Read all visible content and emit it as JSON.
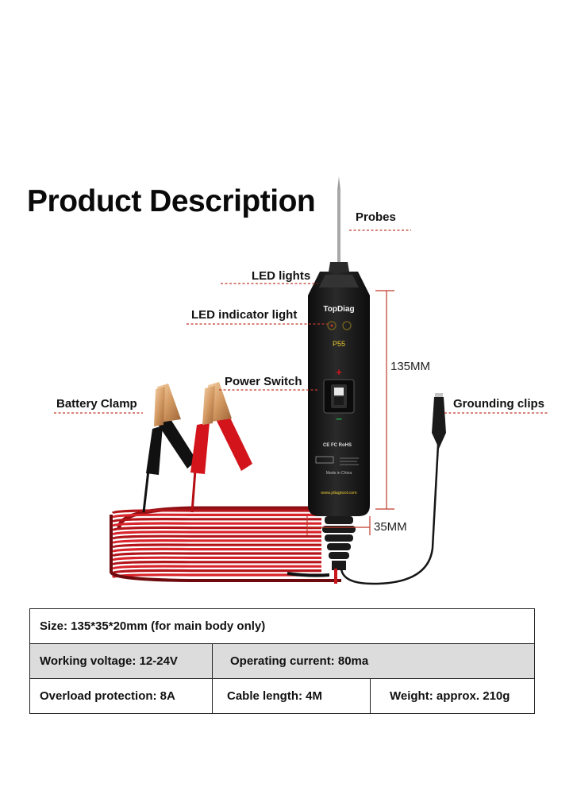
{
  "title": "Product Description",
  "callouts": {
    "probes": "Probes",
    "led_lights": "LED lights",
    "led_indicator": "LED indicator light",
    "power_switch": "Power Switch",
    "battery_clamp": "Battery Clamp",
    "grounding_clips": "Grounding clips"
  },
  "dimensions": {
    "length": "135MM",
    "width": "35MM"
  },
  "device": {
    "brand": "TopDiag",
    "model": "P55",
    "plus": "+",
    "minus": "−",
    "cert": "CE FC RoHS",
    "made_in": "Made in China",
    "website": "www.jdiagtool.com"
  },
  "specs": {
    "size": "Size: 135*35*20mm (for main body only)",
    "working_voltage": "Working voltage: 12-24V",
    "operating_current": "Operating current: 80ma",
    "overload_protection": "Overload protection: 8A",
    "cable_length": "Cable length: 4M",
    "weight": "Weight: approx. 210g"
  },
  "colors": {
    "callout_line": "#c0392b",
    "cable_red": "#c8161d",
    "device_body": "#1b1b1b",
    "table_shade": "#dcdcdc"
  }
}
